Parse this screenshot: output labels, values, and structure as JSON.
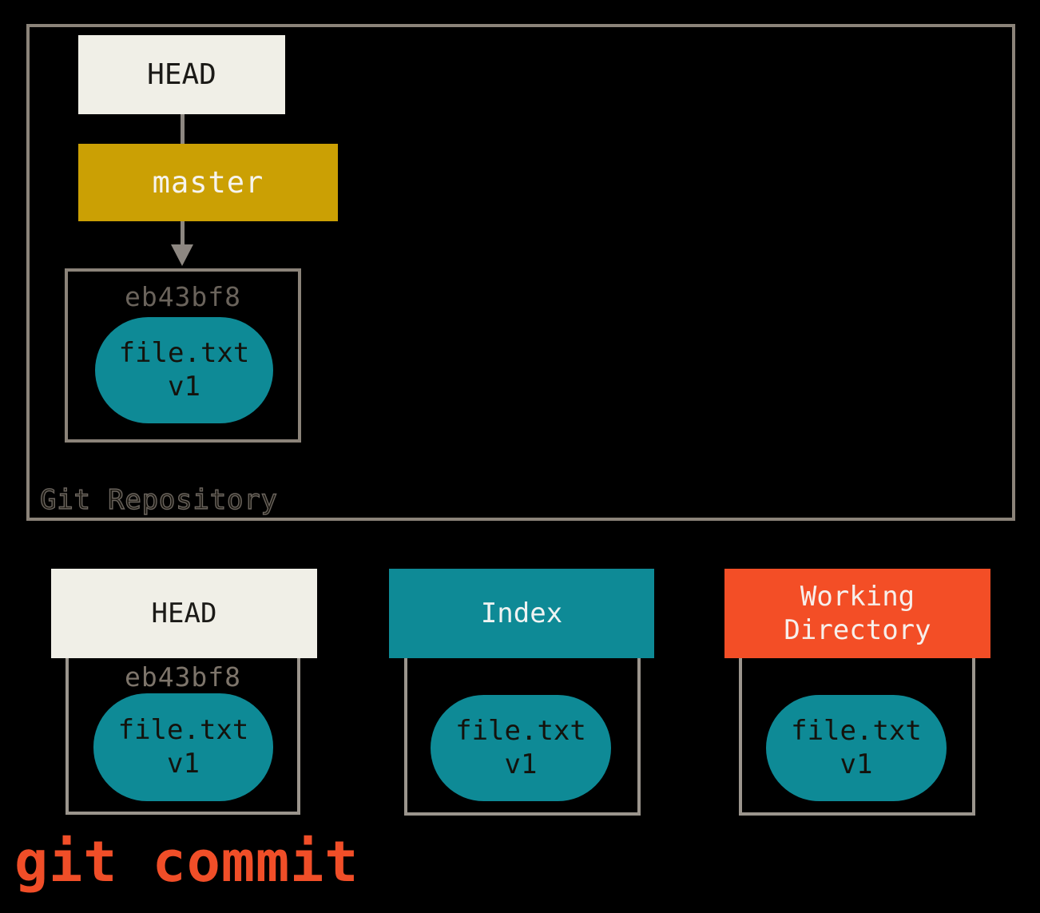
{
  "colors": {
    "bg": "#000000",
    "frame": "#8B8379",
    "frame2": "#9B958D",
    "cream": "#F0EFE7",
    "gold": "#CBA004",
    "teal": "#0E8A96",
    "red": "#F34E26",
    "line": "#8D8781",
    "hash1": "#6A635B",
    "hash2": "#7D746A",
    "outline": "#6B655E",
    "command": "#F04E28"
  },
  "icons": {
    "arrow_down_icon": "▼"
  },
  "repository": {
    "caption": "Git Repository",
    "head": {
      "label": "HEAD"
    },
    "branch": {
      "label": "master"
    },
    "commit": {
      "hash": "eb43bf8",
      "blob": {
        "line1": "file.txt",
        "line2": "v1"
      }
    }
  },
  "columns": [
    {
      "id": "head",
      "header": "HEAD",
      "hash": "eb43bf8",
      "blob": {
        "line1": "file.txt",
        "line2": "v1"
      }
    },
    {
      "id": "index",
      "header": "Index",
      "blob": {
        "line1": "file.txt",
        "line2": "v1"
      }
    },
    {
      "id": "working-directory",
      "header": "Working Directory",
      "blob": {
        "line1": "file.txt",
        "line2": "v1"
      }
    }
  ],
  "command": {
    "text": "git commit"
  }
}
